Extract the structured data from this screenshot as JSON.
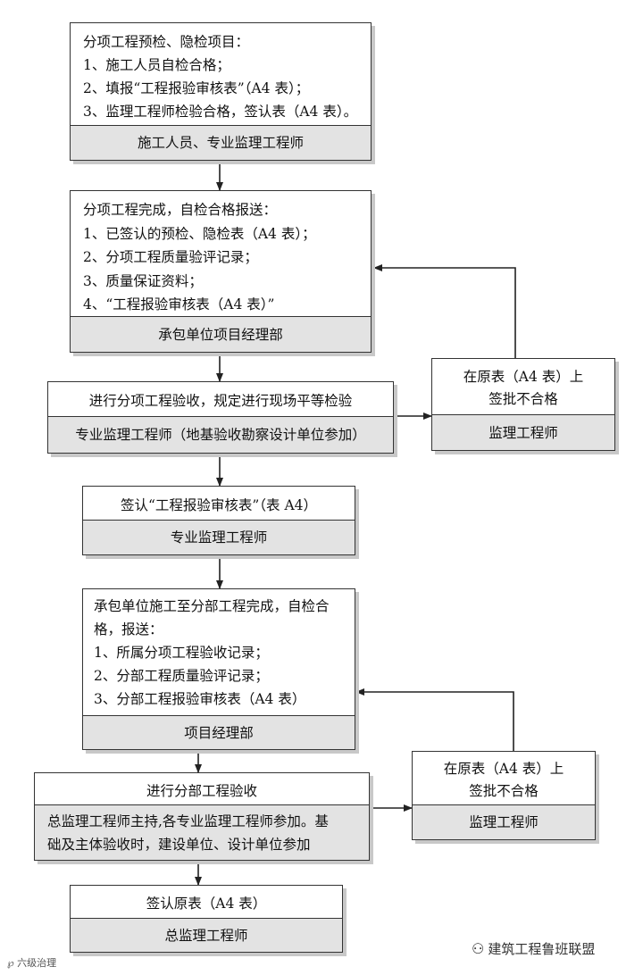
{
  "box1": {
    "lines": [
      "分项工程预检、隐检项目：",
      "1、施工人员自检合格；",
      "2、填报“工程报验审核表”（A4 表）；",
      "3、监理工程师检验合格，签认表（A4 表）。"
    ],
    "footer": "施工人员、专业监理工程师"
  },
  "box2": {
    "lines": [
      "分项工程完成，自检合格报送：",
      "1、已签认的预检、隐检表（A4 表）；",
      "2、分项工程质量验评记录；",
      "3、质量保证资料；",
      "4、“工程报验审核表（A4 表）”"
    ],
    "footer": "承包单位项目经理部"
  },
  "box3": {
    "header": "进行分项工程验收，规定进行现场平等检验",
    "footer": "专业监理工程师（地基验收勘察设计单位参加）"
  },
  "reject1": {
    "lines": [
      "在原表（A4 表）上",
      "签批不合格"
    ],
    "footer": "监理工程师"
  },
  "box4": {
    "header": "签认“工程报验审核表”（表 A4）",
    "footer": "专业监理工程师"
  },
  "box5": {
    "lines": [
      "承包单位施工至分部工程完成，自检合",
      "格，报送：",
      "1、所属分项工程验收记录；",
      "2、分部工程质量验评记录；",
      "3、分部工程报验审核表（A4 表）"
    ],
    "footer": "项目经理部"
  },
  "box6": {
    "header": "进行分部工程验收",
    "footer_lines": [
      "总监理工程师主持,各专业监理工程师参加。基",
      "础及主体验收时，建设单位、设计单位参加"
    ]
  },
  "reject2": {
    "lines": [
      "在原表（A4 表）上",
      "签批不合格"
    ],
    "footer": "监理工程师"
  },
  "box7": {
    "header": "签认原表（A4 表）",
    "footer": "总监理工程师"
  },
  "watermarks": {
    "left": "六级治理",
    "right": "建筑工程鲁班联盟"
  }
}
